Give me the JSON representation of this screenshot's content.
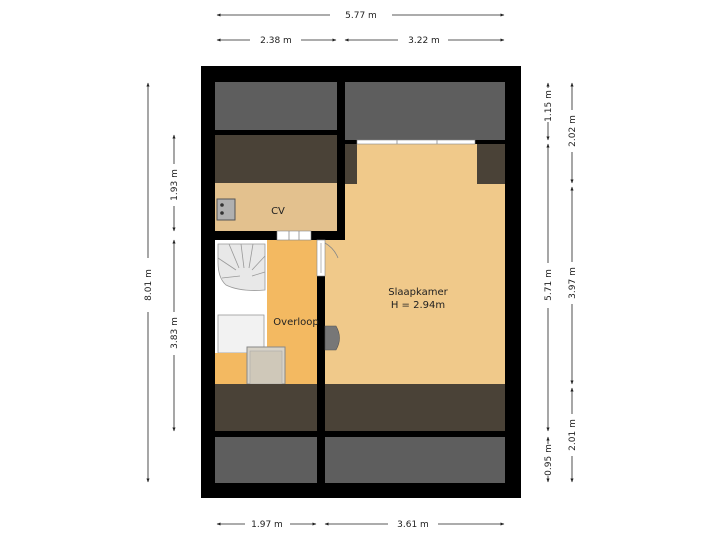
{
  "dimensions": {
    "top_total": "5.77 m",
    "top_left": "2.38 m",
    "top_right": "3.22 m",
    "bottom_left": "1.97 m",
    "bottom_right": "3.61 m",
    "left_total": "8.01 m",
    "left_upper": "1.93 m",
    "left_lower": "3.83 m",
    "right_outer_top": "1.15 m",
    "right_outer_mid": "5.71 m",
    "right_outer_bottom": "0.95 m",
    "right_inner_top": "2.02 m",
    "right_inner_mid": "3.97 m",
    "right_inner_bottom": "2.01 m"
  },
  "rooms": {
    "cv": "CV",
    "overloop": "Overloop",
    "slaapkamer": "Slaapkamer",
    "slaapkamer_height": "H = 2.94m"
  },
  "colors": {
    "wall": "#000000",
    "floor_light": "#f0c98a",
    "floor_cv": "#e3c18e",
    "roof_slope": "#4a4237",
    "roof_outside": "#5e5e5e",
    "overloop_floor": "#f3b961"
  }
}
